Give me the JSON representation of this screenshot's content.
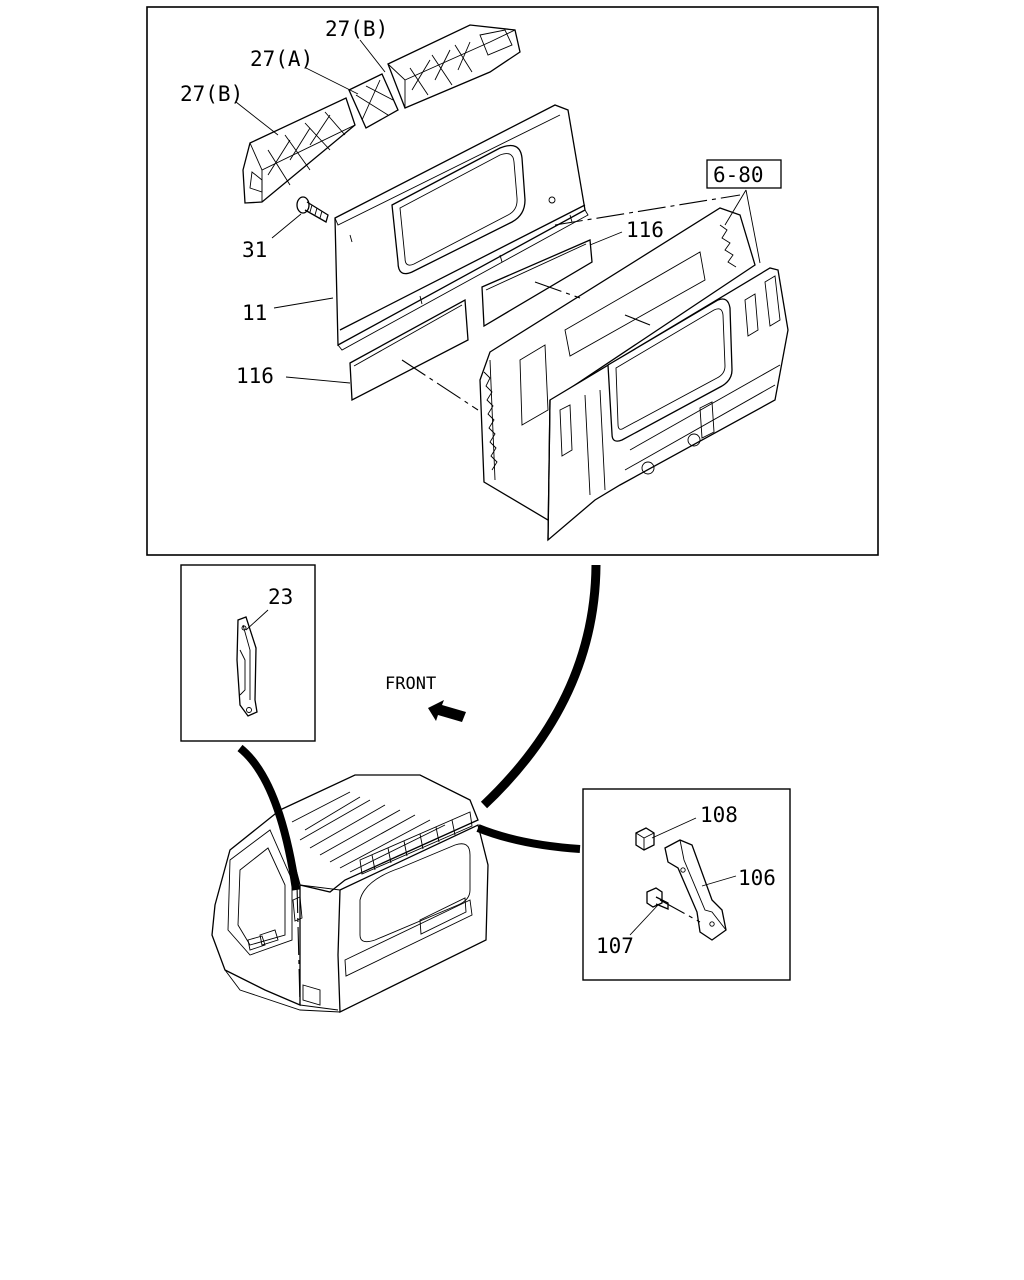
{
  "labels": {
    "part_27b_top": "27(B)",
    "part_27a": "27(A)",
    "part_27b_left": "27(B)",
    "part_31": "31",
    "part_11": "11",
    "part_116_upper": "116",
    "part_116_lower": "116",
    "ref_6_80": "6-80",
    "part_23": "23",
    "front": "FRONT",
    "part_108": "108",
    "part_106": "106",
    "part_107": "107"
  }
}
